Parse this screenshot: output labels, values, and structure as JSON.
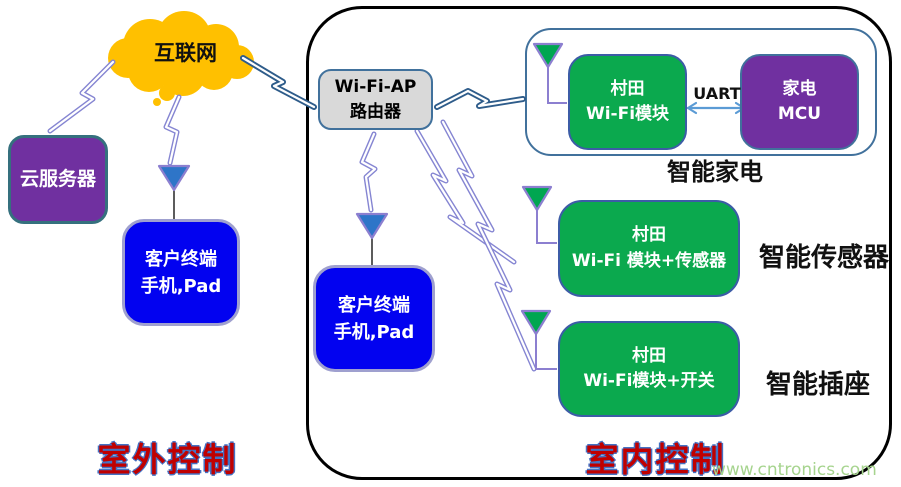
{
  "colors": {
    "cloud_fill": "#FFC000",
    "server_box": "#7030A0",
    "server_border": "#35707E",
    "client_box": "#0202F0",
    "client_border": "#9FA0CF",
    "router_box": "#D9D9D9",
    "steel_border": "#41719C",
    "module_green": "#0BA94E",
    "module_border": "#3C5CA6",
    "mcu_purple": "#7030A0",
    "bolt_purple": "#8585D2",
    "bolt_dark": "#2E5C8A",
    "antenna_blue": "#2E75C8",
    "antenna_green": "#00A651",
    "antenna_stroke": "#8C7FD0",
    "uart_arrow": "#5B9BD5",
    "zone_text": "#C00000",
    "zone_outline": "#4472C4",
    "watermark": "#A6D48E"
  },
  "cloud": {
    "label": "互联网"
  },
  "outdoor": {
    "server": {
      "label": "云服务器"
    },
    "client": {
      "line1": "客户终端",
      "line2": "手机,Pad"
    },
    "zone_label": "室外控制"
  },
  "indoor": {
    "router": {
      "line1": "Wi-Fi-AP",
      "line2": "路由器"
    },
    "client": {
      "line1": "客户终端",
      "line2": "手机,Pad"
    },
    "appliance": {
      "module": {
        "line1": "村田",
        "line2": "Wi-Fi模块"
      },
      "uart": "UART",
      "mcu": {
        "line1": "家电",
        "line2": "MCU"
      },
      "caption": "智能家电"
    },
    "sensor": {
      "module": {
        "line1": "村田",
        "line2": "Wi-Fi 模块+传感器"
      },
      "caption": "智能传感器"
    },
    "socket": {
      "module": {
        "line1": "村田",
        "line2": "Wi-Fi模块+开关"
      },
      "caption": "智能插座"
    },
    "zone_label": "室内控制"
  },
  "watermark": "www.cntronics.com"
}
